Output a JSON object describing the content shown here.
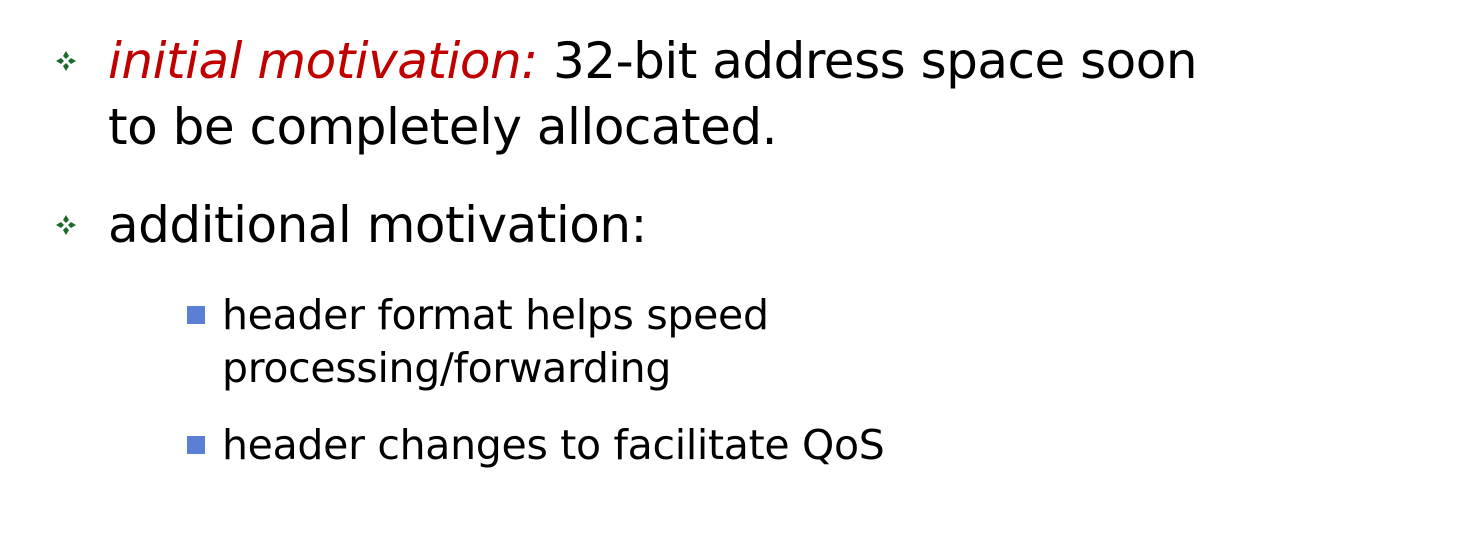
{
  "bullets": [
    {
      "lead": "initial motivation:",
      "text_line1": " 32-bit address space soon",
      "text_line2": "to be completely allocated."
    },
    {
      "text": "additional motivation:",
      "sub": [
        {
          "line1": "header format helps speed",
          "line2": "processing/forwarding"
        },
        {
          "line1": "header changes to facilitate QoS"
        }
      ]
    }
  ],
  "colors": {
    "emphasis": "#c00000",
    "sub_bullet": "#5b7fd4",
    "diamond_bullet": "#1a6a2a"
  },
  "icons": {
    "level1": "diamond-cluster-bullet-icon",
    "level2": "square-bullet-icon"
  }
}
